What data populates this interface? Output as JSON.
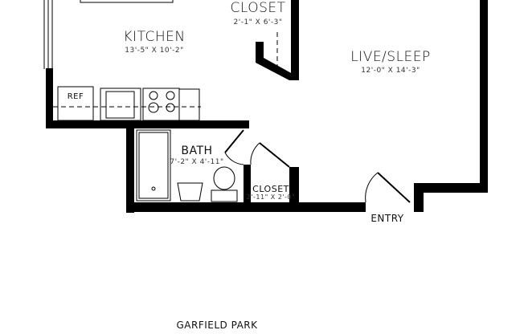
{
  "rooms": {
    "closet_upper": {
      "name": "CLOSET",
      "dims": "2'-1\" X 6'-3\""
    },
    "kitchen": {
      "name": "KITCHEN",
      "dims": "13'-5\" X 10'-2\""
    },
    "live_sleep": {
      "name": "LIVE/SLEEP",
      "dims": "12'-0\" X 14'-3\""
    },
    "bath": {
      "name": "BATH",
      "dims": "7'-2\" X 4'-11\""
    },
    "closet_small": {
      "name": "CLOSET",
      "dims": "2'-11\" X 2'-0\""
    },
    "entry": {
      "name": "ENTRY"
    }
  },
  "fixtures": {
    "refrigerator": "REF"
  },
  "plan_name": "GARFIELD PARK",
  "colors": {
    "wall": "#000000",
    "background": "#ffffff"
  }
}
